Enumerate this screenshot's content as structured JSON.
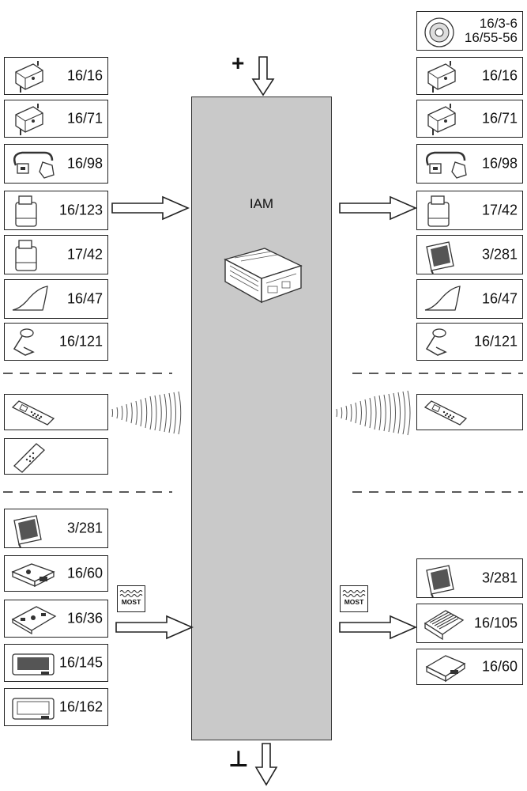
{
  "module": {
    "name": "IAM"
  },
  "supply": {
    "positive_symbol": "+",
    "ground_symbol": "⊥"
  },
  "most_label": "MOST",
  "left_inputs": [
    {
      "label": "16/16",
      "icon": "antenna-amplifier-icon"
    },
    {
      "label": "16/71",
      "icon": "antenna-amplifier-icon"
    },
    {
      "label": "16/98",
      "icon": "usb-connector-icon"
    },
    {
      "label": "16/123",
      "icon": "module-unit-icon"
    },
    {
      "label": "17/42",
      "icon": "module-unit-icon"
    },
    {
      "label": "16/47",
      "icon": "shark-fin-antenna-icon"
    },
    {
      "label": "16/121",
      "icon": "microphone-icon"
    }
  ],
  "left_remotes": [
    {
      "label": "",
      "icon": "remote-control-icon"
    },
    {
      "label": "",
      "icon": "remote-control-icon"
    }
  ],
  "left_most": [
    {
      "label": "3/281",
      "icon": "display-unit-icon"
    },
    {
      "label": "16/60",
      "icon": "control-unit-icon"
    },
    {
      "label": "16/36",
      "icon": "control-unit-icon"
    },
    {
      "label": "16/145",
      "icon": "screen-icon"
    },
    {
      "label": "16/162",
      "icon": "screen-icon"
    }
  ],
  "right_outputs": [
    {
      "label": "16/3-6\n16/55-56",
      "icon": "speaker-icon"
    },
    {
      "label": "16/16",
      "icon": "antenna-amplifier-icon"
    },
    {
      "label": "16/71",
      "icon": "antenna-amplifier-icon"
    },
    {
      "label": "16/98",
      "icon": "usb-connector-icon"
    },
    {
      "label": "17/42",
      "icon": "module-unit-icon"
    },
    {
      "label": "3/281",
      "icon": "display-unit-icon"
    },
    {
      "label": "16/47",
      "icon": "shark-fin-antenna-icon"
    },
    {
      "label": "16/121",
      "icon": "microphone-icon"
    }
  ],
  "right_remotes": [
    {
      "label": "",
      "icon": "remote-control-icon"
    }
  ],
  "right_most": [
    {
      "label": "3/281",
      "icon": "display-unit-icon"
    },
    {
      "label": "16/105",
      "icon": "amplifier-icon"
    },
    {
      "label": "16/60",
      "icon": "control-unit-icon"
    }
  ]
}
